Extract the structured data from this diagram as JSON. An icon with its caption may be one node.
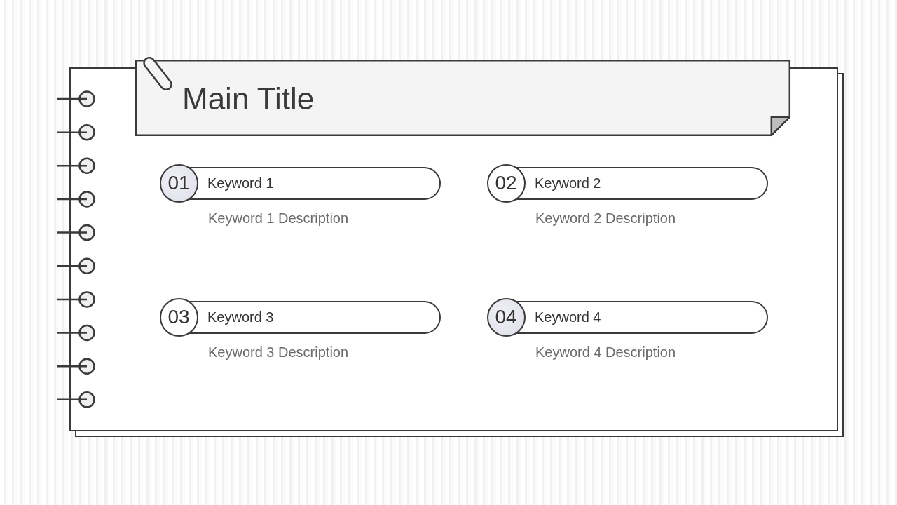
{
  "diagram": {
    "title": "Main Title",
    "nodes": [
      {
        "text": [
          "01"
        ]
      },
      {
        "text": [
          "Keyword 1"
        ],
        "beside": [
          "Keyword 1 Description"
        ]
      },
      {
        "text": [
          "02"
        ]
      },
      {
        "text": [
          "Keyword 2"
        ],
        "beside": [
          "Keyword 2 Description"
        ]
      },
      {
        "text": [
          "03"
        ]
      },
      {
        "text": [
          "Keyword 3"
        ],
        "beside": [
          "Keyword 3 Description"
        ]
      },
      {
        "text": [
          "04"
        ]
      },
      {
        "text": [
          "Keyword 4"
        ],
        "beside": [
          "Keyword 4 Description"
        ]
      }
    ]
  }
}
